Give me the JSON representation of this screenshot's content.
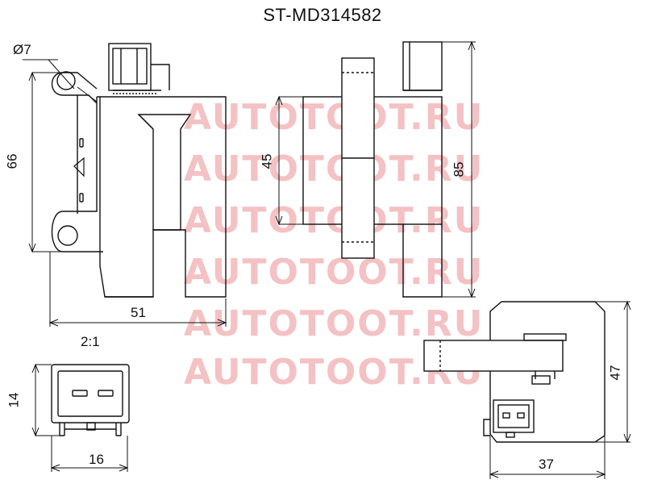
{
  "drawing": {
    "part_number": "ST-MD314582",
    "watermark": "AUTOTOOT.RU",
    "dimensions": {
      "hole_diameter": "Ø7",
      "side_height": "66",
      "side_width": "51",
      "core_height": "45",
      "total_height": "85",
      "connector_scale": "2:1",
      "connector_height": "14",
      "connector_width": "16",
      "top_view_height": "47",
      "top_view_width": "37"
    }
  }
}
